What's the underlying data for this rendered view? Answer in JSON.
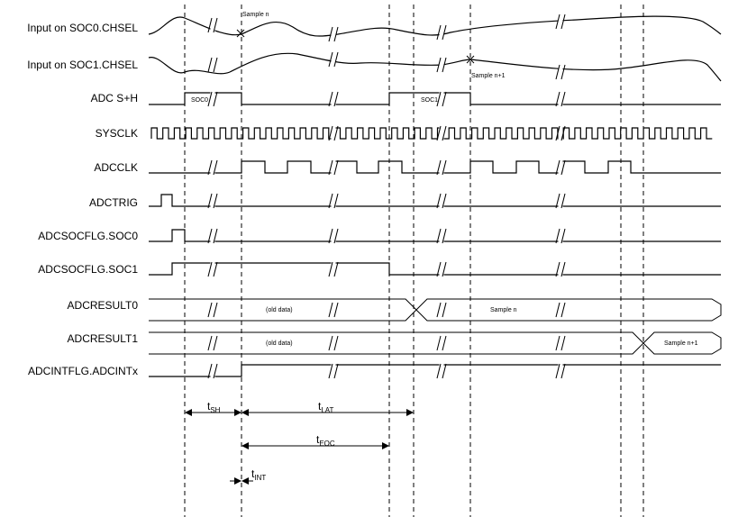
{
  "signals": [
    {
      "id": "soc0_chsel",
      "label": "Input on SOC0.CHSEL"
    },
    {
      "id": "soc1_chsel",
      "label": "Input on SOC1.CHSEL"
    },
    {
      "id": "adc_sh",
      "label": "ADC S+H"
    },
    {
      "id": "sysclk",
      "label": "SYSCLK"
    },
    {
      "id": "adcclk",
      "label": "ADCCLK"
    },
    {
      "id": "adctrig",
      "label": "ADCTRIG"
    },
    {
      "id": "socflg0",
      "label": "ADCSOCFLG.SOC0"
    },
    {
      "id": "socflg1",
      "label": "ADCSOCFLG.SOC1"
    },
    {
      "id": "result0",
      "label": "ADCRESULT0"
    },
    {
      "id": "result1",
      "label": "ADCRESULT1"
    },
    {
      "id": "intflg",
      "label": "ADCINTFLG.ADCINTx"
    }
  ],
  "annotations": {
    "sample_n": "Sample n",
    "sample_n1": "Sample n+1",
    "soc0": "SOC0",
    "soc1": "SOC1",
    "old_data_0": "(old data)",
    "old_data_1": "(old data)",
    "result0_value": "Sample n",
    "result1_value": "Sample n+1"
  },
  "timings": {
    "sh": {
      "main": "t",
      "sub": "SH"
    },
    "lat": {
      "main": "t",
      "sub": "LAT"
    },
    "eoc": {
      "main": "t",
      "sub": "EOC"
    },
    "int": {
      "main": "t",
      "sub": "INT"
    }
  }
}
